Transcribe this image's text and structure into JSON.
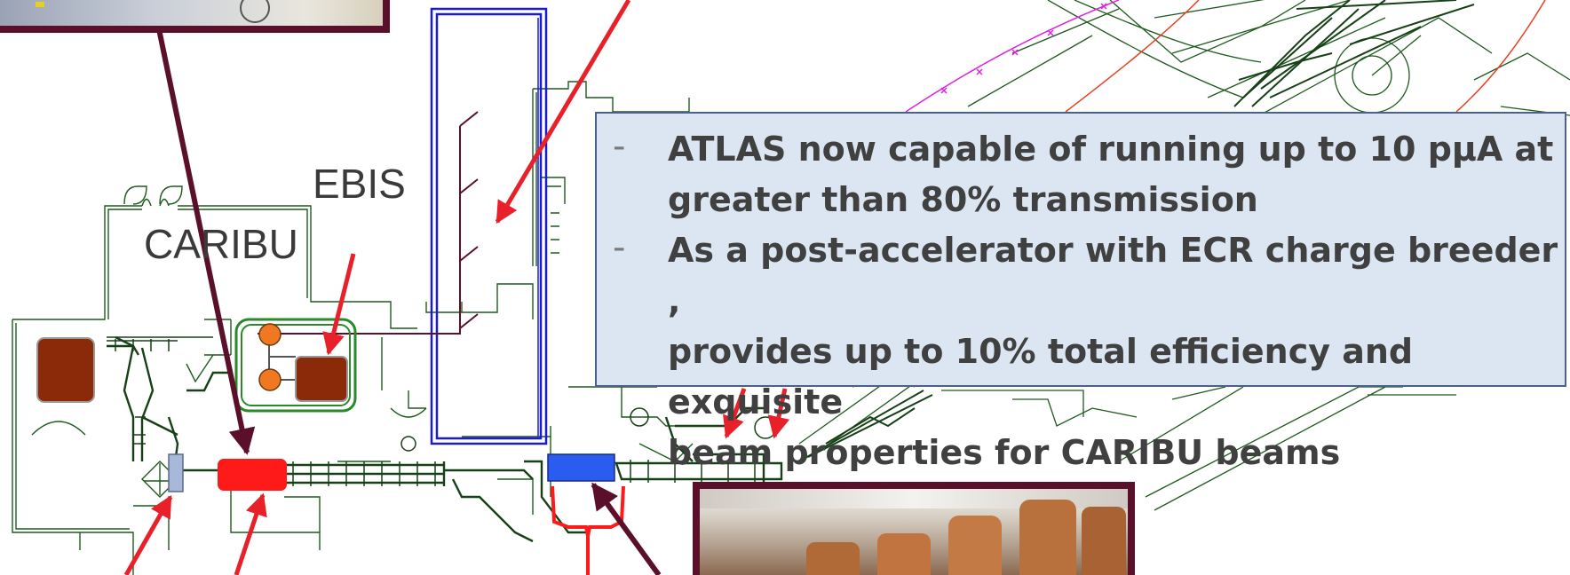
{
  "labels": {
    "ebis": "EBIS",
    "caribu": "CARIBU"
  },
  "callout": {
    "bullet_glyph": "-",
    "bullets": [
      "ATLAS now capable of running up to 10 pμA at greater than 80% transmission",
      "As a post-accelerator with ECR charge breeder , provides up to 10% total efficiency and exquisite beam properties for CARIBU beams"
    ],
    "bullet_lines": [
      [
        "ATLAS now capable of running up to 10 pμA at",
        "greater than 80% transmission"
      ],
      [
        "As a post-accelerator with ECR charge breeder ,",
        "provides up to 10% total efficiency and exquisite",
        "beam properties for CARIBU beams"
      ]
    ]
  },
  "colors": {
    "floorplan_line": "#1e5a1e",
    "beamline": "#164016",
    "arrow_red": "#e8202a",
    "arrow_dark": "#5a0f2a",
    "linac_blue": "#1a1ad0",
    "component_red": "#ff1a1a",
    "component_blue": "#2a5cf0",
    "component_brown": "#8a2a08",
    "component_orange": "#f07820",
    "curve_red": "#e84020",
    "curve_magenta": "#e020e0",
    "callout_bg": "#dce6f2",
    "callout_border": "#4a6285",
    "callout_text": "#404040"
  }
}
